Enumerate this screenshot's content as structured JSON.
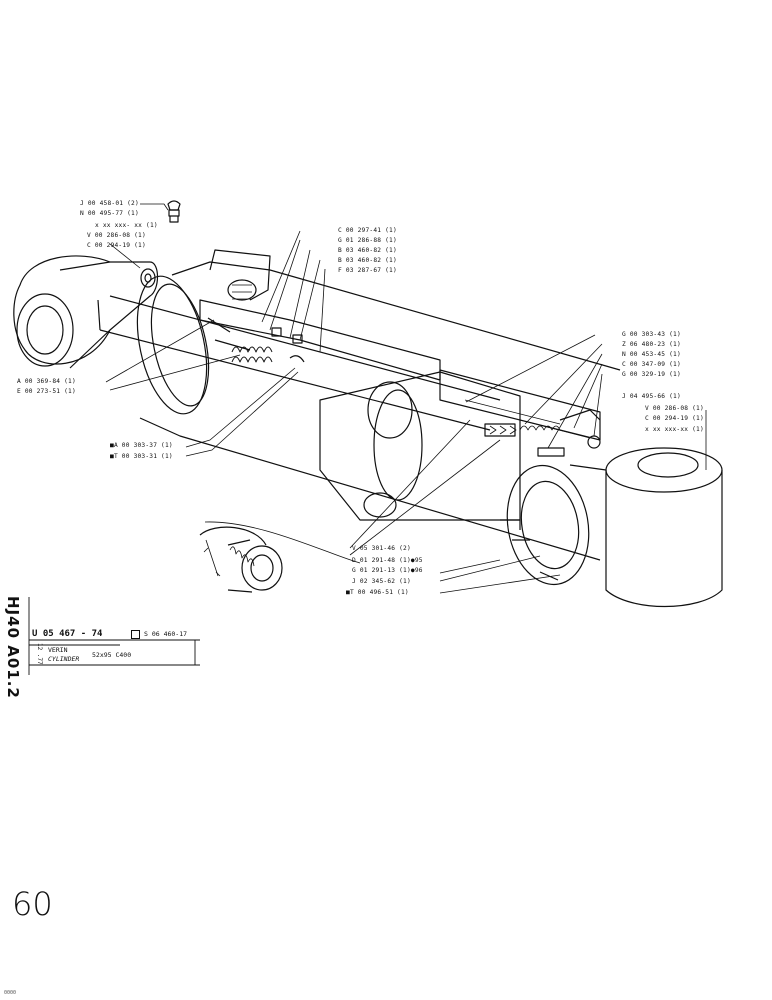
{
  "labels_left_top": [
    "J  00 458-01 (2)",
    "N 00 495-77 (1)",
    "x  xx  xxx- xx (1)",
    "V  00 286-08 (1)",
    "C  00 294-19 (1)"
  ],
  "labels_top_mid": [
    "C 00 297-41 (1)",
    "G  01 286-88 (1)",
    "B  03 460-82 (1)",
    "B  03 460-82 (1)",
    "F  03 287-67 (1)"
  ],
  "labels_right_top": [
    "G 00 303-43 (1)",
    "Z  06 480-23 (1)",
    "N 00 453-45 (1)",
    "C  00 347-09 (1)",
    "G  00 329-19 (1)"
  ],
  "labels_right_mid": [
    "J  04 495-66 (1)",
    "V  00 286-08 (1)",
    "C  00 294-19 (1)",
    "x  xx  xxx-xx (1)"
  ],
  "labels_left_mid": [
    "A 00 369-84 (1)",
    "E  00 273-51 (1)"
  ],
  "labels_left_low": [
    "A 00 303-37 (1)",
    "T  00 303-31 (1)"
  ],
  "labels_bottom": [
    "V 05 301-46 (2)",
    "D 01 291-48 (1)",
    "G 01 291-13 (1)",
    "J  02 345-62 (1)",
    "T  00 496-51 (1)"
  ],
  "suffix_95": "95",
  "suffix_96": "96",
  "side_code": "HJ40  A01.2",
  "side_date": "12 .77",
  "title_block": {
    "part_number": "U 05 467 - 74",
    "alt_number": "S 06 460-17",
    "name_fr": "VERIN",
    "name_en": "CYLINDER",
    "spec": "52x95    C400"
  },
  "handwritten_page": "60",
  "footer_mark": "0000"
}
